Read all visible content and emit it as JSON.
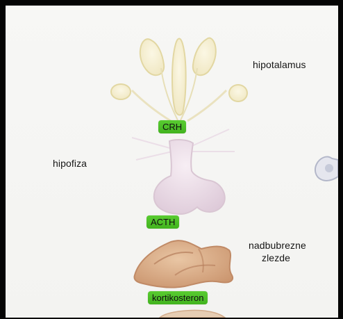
{
  "labels": {
    "hypothalamus": "hipotalamus",
    "pituitary": "hipofiza",
    "adrenal_line1": "nadbubrezne",
    "adrenal_line2": "zlezde"
  },
  "hormones": {
    "crh": "CRH",
    "acth": "ACTH",
    "corticosterone": "kortikosteron"
  },
  "colors": {
    "badge_green": "#4cbf26",
    "hypothalamus_fill": "#f4efd6",
    "pituitary_fill": "#e9dde7",
    "adrenal_fill": "#d9b08e"
  }
}
